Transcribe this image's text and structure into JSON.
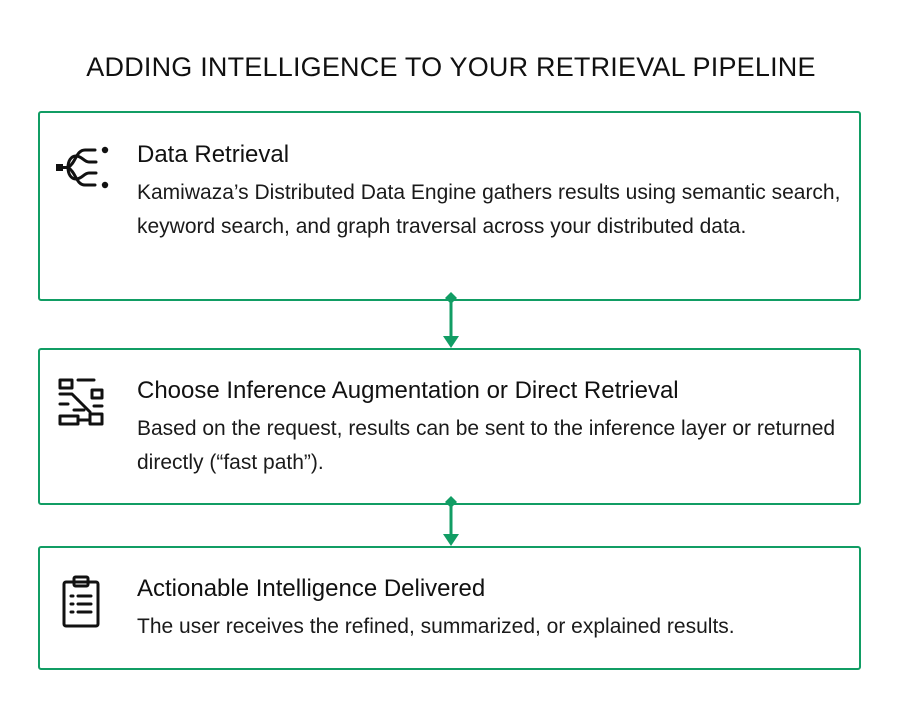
{
  "title": "ADDING INTELLIGENCE TO YOUR RETRIEVAL PIPELINE",
  "accent_color": "#119d64",
  "steps": [
    {
      "icon": "branching-flow-icon",
      "heading": "Data Retrieval",
      "body": "Kamiwaza’s Distributed Data Engine gathers results using semantic search, keyword search, and graph traversal across your distributed data."
    },
    {
      "icon": "routing-decision-icon",
      "heading": "Choose Inference Augmentation or Direct Retrieval",
      "body": "Based on the request, results can be sent to the inference layer or returned directly (“fast path”)."
    },
    {
      "icon": "clipboard-list-icon",
      "heading": "Actionable Intelligence Delivered",
      "body": "The user receives the refined, summarized, or explained results."
    }
  ]
}
